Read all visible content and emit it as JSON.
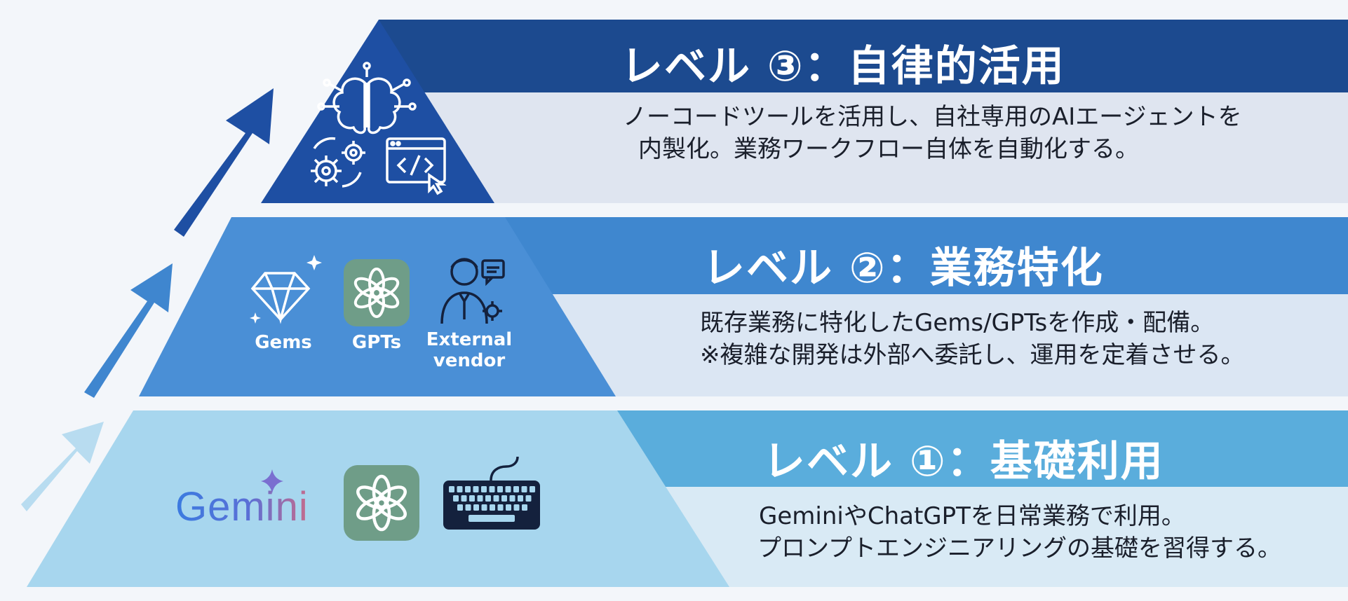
{
  "levels": [
    {
      "title": "レベル ③：自律的活用",
      "desc_lines": [
        "ノーコードツールを活用し、自社専用のAIエージェントを",
        "内製化。業務ワークフロー自体を自動化する。"
      ]
    },
    {
      "title": "レベル ②：業務特化",
      "desc_lines": [
        "既存業務に特化したGems/GPTsを作成・配備。",
        "※複雑な開発は外部へ委託し、運用を定着させる。"
      ],
      "icon_labels": [
        "Gems",
        "GPTs",
        "External",
        "vendor"
      ]
    },
    {
      "title": "レベル ①：基礎利用",
      "desc_lines": [
        "GeminiやChatGPTを日常業務で利用。",
        "プロンプトエンジニアリングの基礎を習得する。"
      ],
      "logo_text": "Gemini"
    }
  ],
  "colors": {
    "level3_band": "#1c4a8f",
    "level3_desc_bg": "#dfe5f0",
    "level3_triangle": "#1e4fa3",
    "level2_band": "#3f87cf",
    "level2_desc_bg": "#dbe6f3",
    "level2_triangle": "#4a8fd6",
    "level1_band": "#5aaddc",
    "level1_desc_bg": "#d9eaf5",
    "level1_triangle": "#a7d6ee",
    "gpt_tile": "#6f9d88"
  },
  "icons": [
    "brain-circuit-icon",
    "gears-icon",
    "code-window-icon",
    "diamond-icon",
    "chatgpt-icon",
    "person-gear-icon",
    "gemini-logo",
    "keyboard-icon",
    "arrow-up-icon"
  ]
}
